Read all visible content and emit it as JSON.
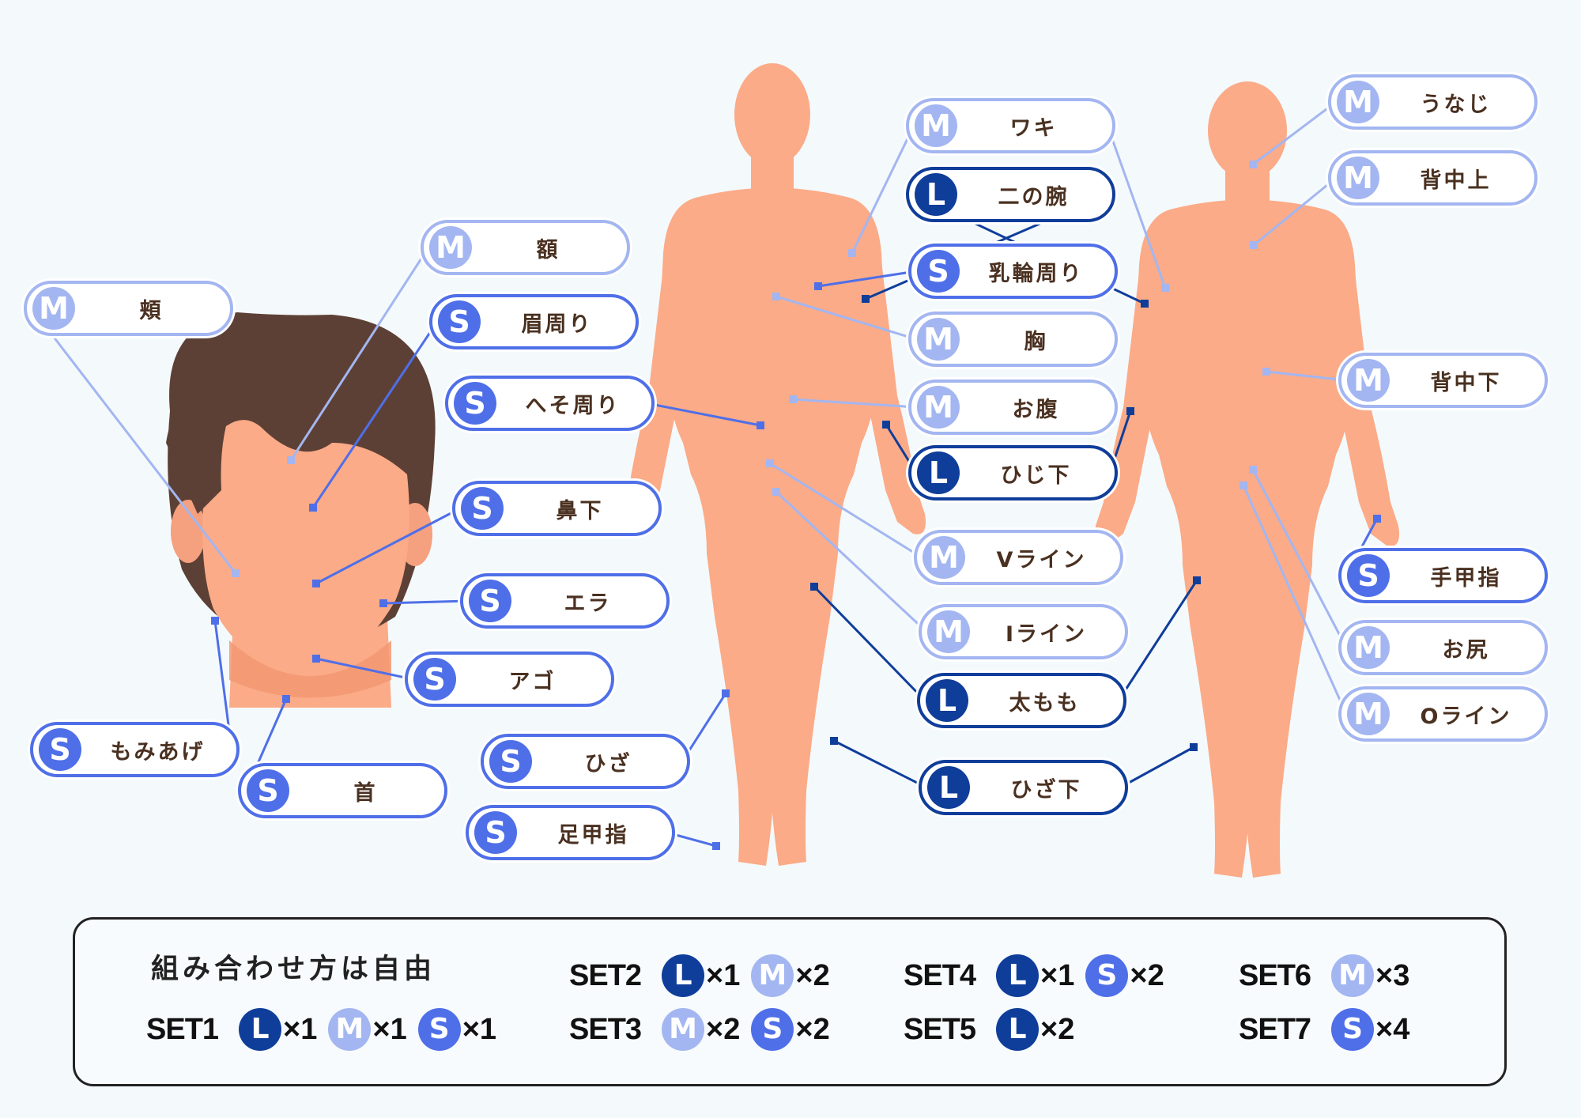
{
  "colors": {
    "L": "#0f3d9a",
    "M": "#a3b6f1",
    "S": "#4f6fe8",
    "skin": "#fbab87",
    "hair": "#5d4035",
    "background": "#f4f9fc"
  },
  "badge_letters": {
    "L": "L",
    "M": "M",
    "S": "S"
  },
  "face_labels": [
    {
      "id": "cheek",
      "size": "M",
      "label": "頬"
    },
    {
      "id": "forehead",
      "size": "M",
      "label": "額"
    },
    {
      "id": "eyebrow",
      "size": "S",
      "label": "眉周り"
    },
    {
      "id": "under-nose",
      "size": "S",
      "label": "鼻下"
    },
    {
      "id": "jaw",
      "size": "S",
      "label": "エラ"
    },
    {
      "id": "chin",
      "size": "S",
      "label": "アゴ"
    },
    {
      "id": "sideburns",
      "size": "S",
      "label": "もみあげ"
    },
    {
      "id": "neck",
      "size": "S",
      "label": "首"
    }
  ],
  "front_labels": [
    {
      "id": "navel",
      "size": "S",
      "label": "へそ周り"
    },
    {
      "id": "knee",
      "size": "S",
      "label": "ひざ"
    },
    {
      "id": "foot",
      "size": "S",
      "label": "足甲指"
    },
    {
      "id": "armpit",
      "size": "M",
      "label": "ワキ"
    },
    {
      "id": "upper-arm",
      "size": "L",
      "label": "二の腕"
    },
    {
      "id": "nipple",
      "size": "S",
      "label": "乳輪周り"
    },
    {
      "id": "chest",
      "size": "M",
      "label": "胸"
    },
    {
      "id": "belly",
      "size": "M",
      "label": "お腹"
    },
    {
      "id": "forearm",
      "size": "L",
      "label": "ひじ下"
    },
    {
      "id": "v-line",
      "size": "M",
      "label": "Vライン"
    },
    {
      "id": "i-line",
      "size": "M",
      "label": "Iライン"
    },
    {
      "id": "thigh",
      "size": "L",
      "label": "太もも"
    },
    {
      "id": "lower-leg",
      "size": "L",
      "label": "ひざ下"
    }
  ],
  "back_labels": [
    {
      "id": "nape",
      "size": "M",
      "label": "うなじ"
    },
    {
      "id": "upper-back",
      "size": "M",
      "label": "背中上"
    },
    {
      "id": "lower-back",
      "size": "M",
      "label": "背中下"
    },
    {
      "id": "hand",
      "size": "S",
      "label": "手甲指"
    },
    {
      "id": "buttocks",
      "size": "M",
      "label": "お尻"
    },
    {
      "id": "o-line",
      "size": "M",
      "label": "Oライン"
    }
  ],
  "legend": {
    "title": "組み合わせ方は自由",
    "sets": [
      {
        "name": "SET1",
        "items": [
          {
            "size": "L",
            "count": "×1"
          },
          {
            "size": "M",
            "count": "×1"
          },
          {
            "size": "S",
            "count": "×1"
          }
        ]
      },
      {
        "name": "SET2",
        "items": [
          {
            "size": "L",
            "count": "×1"
          },
          {
            "size": "M",
            "count": "×2"
          }
        ]
      },
      {
        "name": "SET3",
        "items": [
          {
            "size": "M",
            "count": "×2"
          },
          {
            "size": "S",
            "count": "×2"
          }
        ]
      },
      {
        "name": "SET4",
        "items": [
          {
            "size": "L",
            "count": "×1"
          },
          {
            "size": "S",
            "count": "×2"
          }
        ]
      },
      {
        "name": "SET5",
        "items": [
          {
            "size": "L",
            "count": "×2"
          }
        ]
      },
      {
        "name": "SET6",
        "items": [
          {
            "size": "M",
            "count": "×3"
          }
        ]
      },
      {
        "name": "SET7",
        "items": [
          {
            "size": "S",
            "count": "×4"
          }
        ]
      }
    ]
  }
}
